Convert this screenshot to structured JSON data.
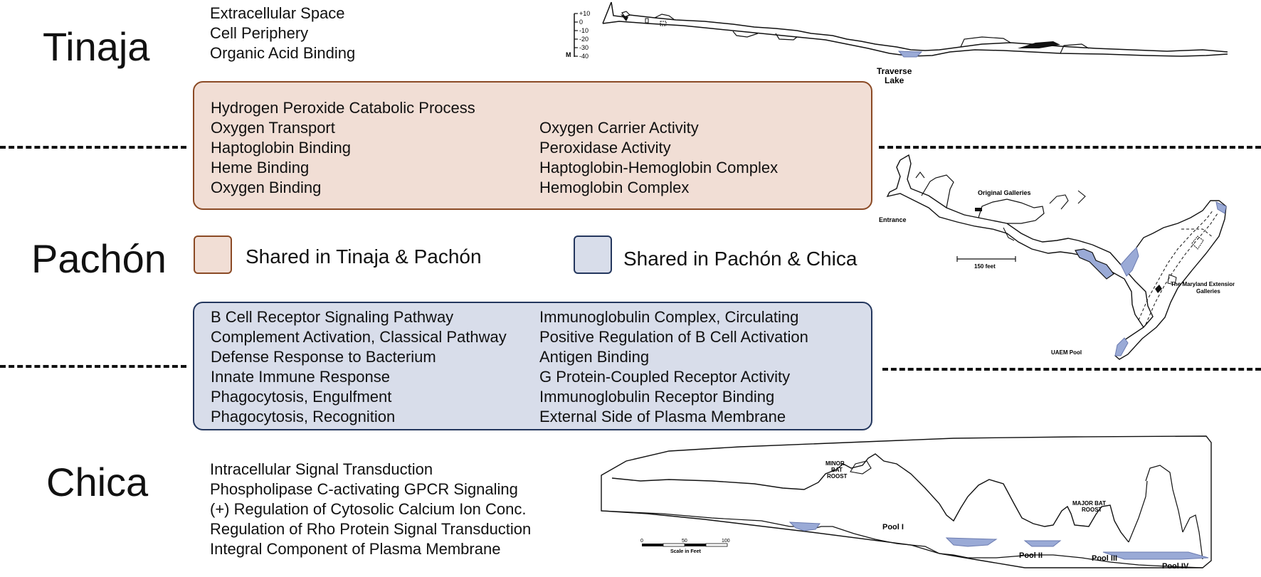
{
  "regions": {
    "tinaja": "Tinaja",
    "pachon": "Pachón",
    "chica": "Chica"
  },
  "tinaja_terms": [
    "Extracellular Space",
    "Cell Periphery",
    "Organic Acid Binding"
  ],
  "shared_tinaja_pachon": {
    "left": [
      "Hydrogen Peroxide Catabolic Process",
      "Oxygen Transport",
      "Haptoglobin Binding",
      "Heme Binding",
      "Oxygen Binding"
    ],
    "right": [
      "Oxygen Carrier Activity",
      "Peroxidase Activity",
      "Haptoglobin-Hemoglobin Complex",
      "Hemoglobin Complex"
    ]
  },
  "legend": {
    "tinaja_pachon": "Shared in Tinaja & Pachón",
    "pachon_chica": "Shared in Pachón & Chica"
  },
  "shared_pachon_chica": {
    "left": [
      "B Cell Receptor Signaling Pathway",
      "Complement Activation, Classical Pathway",
      "Defense Response to Bacterium",
      "Innate Immune Response",
      "Phagocytosis, Engulfment",
      "Phagocytosis, Recognition"
    ],
    "right": [
      "Immunoglobulin Complex, Circulating",
      "Positive Regulation of B Cell Activation",
      "Antigen Binding",
      "G Protein-Coupled Receptor Activity",
      "Immunoglobulin Receptor Binding",
      "External Side of Plasma Membrane"
    ]
  },
  "chica_terms": [
    "Intracellular Signal Transduction",
    "Phospholipase C-activating GPCR Signaling",
    "(+) Regulation of Cytosolic Calcium Ion Conc.",
    "Regulation of Rho Protein Signal Transduction",
    "Integral Component of Plasma Membrane"
  ],
  "tinaja_map": {
    "scale_ticks": [
      "+10",
      "0",
      "-10",
      "-20",
      "-30",
      "-40"
    ],
    "scale_unit": "M",
    "lake_label_1": "Traverse",
    "lake_label_2": "Lake"
  },
  "pachon_map": {
    "original_galleries": "Original Galleries",
    "entrance": "Entrance",
    "scale": "150 feet",
    "maryland_1": "The Maryland Extension",
    "maryland_2": "Galleries",
    "uaem_pool": "UAEM Pool"
  },
  "chica_map": {
    "minor_1": "MINOR",
    "minor_2": "BAT",
    "minor_3": "ROOST",
    "major_1": "MAJOR BAT",
    "major_2": "ROOST",
    "pool_1": "Pool I",
    "pool_2": "Pool II",
    "pool_3": "Pool III",
    "pool_4": "Pool IV",
    "scale_0": "0",
    "scale_50": "50",
    "scale_100": "100",
    "scale_label": "Scale in Feet"
  },
  "colors": {
    "tinaja_pachon_fill": "#f1ded5",
    "tinaja_pachon_border": "#8b4a25",
    "pachon_chica_fill": "#d8ddea",
    "pachon_chica_border": "#24375e",
    "pool": "#9aaad6"
  }
}
